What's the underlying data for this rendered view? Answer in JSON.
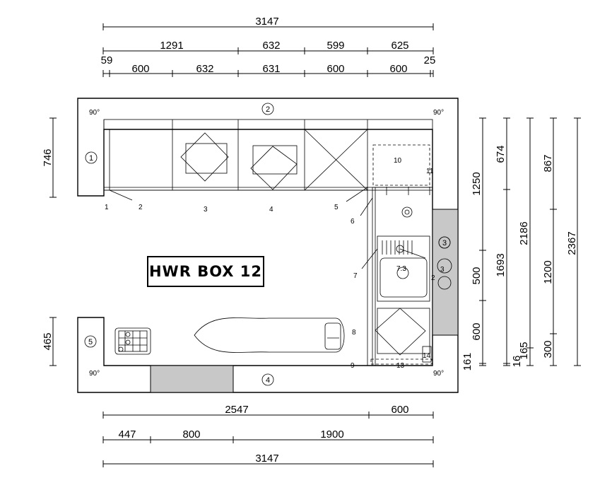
{
  "room_name": "HWR BOX 12",
  "top_dimensions": {
    "total": "3147",
    "row2": [
      "1291",
      "632",
      "599",
      "625"
    ],
    "row3": [
      "59",
      "600",
      "632",
      "631",
      "600",
      "600",
      "25"
    ]
  },
  "bottom_dimensions": {
    "row1": [
      "2547",
      "600"
    ],
    "row2": [
      "447",
      "800",
      "1900"
    ],
    "total": "3147"
  },
  "left_dimensions": [
    "746",
    "465"
  ],
  "right_dimensions": {
    "col1": [
      "1250",
      "500",
      "600",
      "1",
      "16"
    ],
    "col2": [
      "674",
      "1693",
      "16"
    ],
    "col3": [
      "867",
      "2186",
      "165"
    ],
    "col4": [
      "1200",
      "300"
    ],
    "col5": [
      "2367"
    ]
  },
  "wall_markers": [
    "1",
    "2",
    "3",
    "4",
    "5"
  ],
  "angles": [
    "90°",
    "90°",
    "90°",
    "90°"
  ],
  "item_labels": [
    "1",
    "2",
    "3",
    "4",
    "5",
    "6",
    "7",
    "8",
    "9",
    "10",
    "11",
    "13",
    "14"
  ],
  "sink_labels": [
    "7.3",
    "2",
    "3"
  ]
}
